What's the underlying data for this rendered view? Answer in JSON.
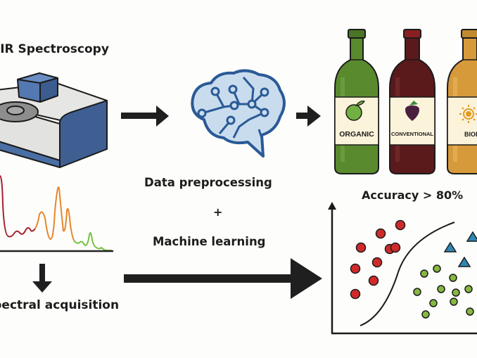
{
  "diagram": {
    "steps": {
      "instrument_title": "NIR Spectroscopy",
      "acquisition_label": "Spectral acquisition",
      "processing_label": "Data preprocessing",
      "plus_label": "+",
      "ml_label": "Machine learning",
      "accuracy_label": "Accuracy > 80%"
    },
    "bottles": [
      {
        "label": "ORGANIC",
        "icon": "apple-icon",
        "color": "#5a8a2e"
      },
      {
        "label": "CONVENTIONAL",
        "icon": "grapes-icon",
        "color": "#5a1a1c"
      },
      {
        "label": "BIODYNAMIC",
        "icon": "sun-icon",
        "color": "#d79a3a"
      }
    ],
    "colors": {
      "instrument_blue": "#4a6fa5",
      "brain_fill": "#c9dcee",
      "brain_stroke": "#2a5a96",
      "spectrum_red": "#a3212e",
      "spectrum_orange": "#e8862a",
      "spectrum_green": "#79c043",
      "class_red": "#cf2a2a",
      "class_green": "#86b83f",
      "class_blue": "#2f86b6"
    },
    "classifier_plot": {
      "classes": [
        {
          "name": "red-circles",
          "count": 9
        },
        {
          "name": "green-circles",
          "count": 11
        },
        {
          "name": "blue-triangles",
          "count": 3
        }
      ]
    }
  }
}
